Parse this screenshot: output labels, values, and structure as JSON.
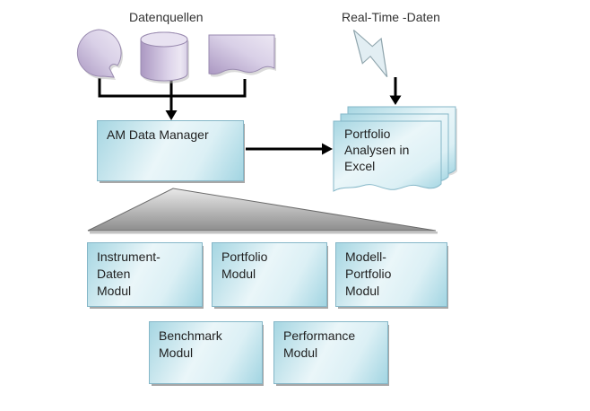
{
  "labels": {
    "datenquellen": "Datenquellen",
    "realtime": "Real-Time -Daten"
  },
  "nodes": {
    "am_data_manager": {
      "label": "AM Data Manager"
    },
    "portfolio_excel": {
      "label": "Portfolio\nAnalysen in\nExcel"
    },
    "modules_row1": [
      {
        "label": "Instrument-\nDaten\nModul"
      },
      {
        "label": "Portfolio\nModul"
      },
      {
        "label": "Modell-\nPortfolio\nModul"
      }
    ],
    "modules_row2": [
      {
        "label": "Benchmark\nModul"
      },
      {
        "label": "Performance\nModul"
      }
    ]
  },
  "icons": {
    "sources": [
      "storage-ball-icon",
      "database-cylinder-icon",
      "document-icon"
    ],
    "realtime": "lightning-icon",
    "output": "document-stack-icon"
  },
  "colors": {
    "module_fill_edge": "#a6d6e2",
    "module_fill_center": "#eaf6f9",
    "module_border": "#85b7c8",
    "source_fill_dark": "#ab98c2",
    "source_fill_light": "#ece7f3",
    "source_border": "#9a8bb0",
    "lightning_fill": "#e2eef3",
    "triangle_top": "#e4e4e4",
    "triangle_bottom": "#8d8d8d",
    "arrow": "#000000"
  }
}
